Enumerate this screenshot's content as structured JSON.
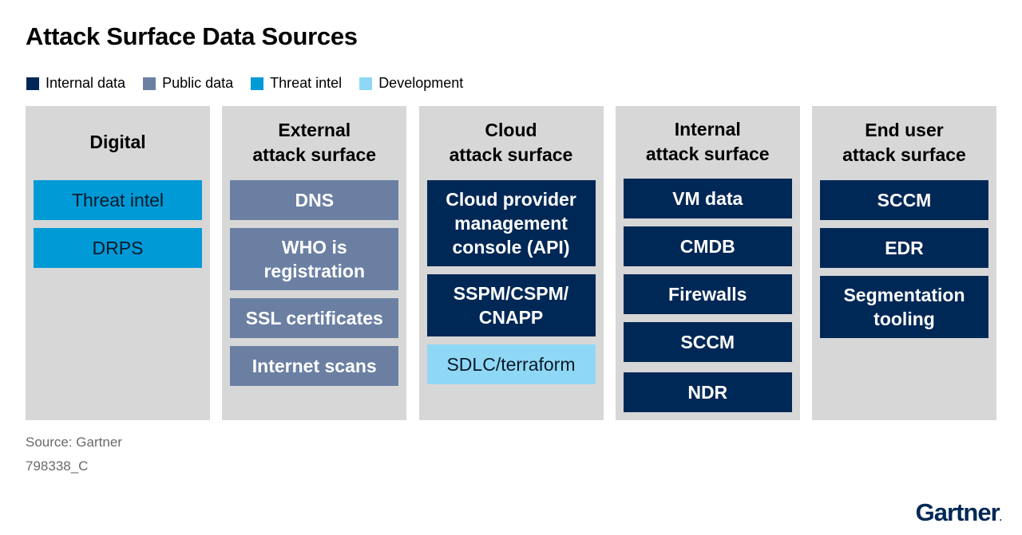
{
  "title": "Attack Surface Data Sources",
  "legend": [
    {
      "label": "Internal data",
      "color": "#002856"
    },
    {
      "label": "Public data",
      "color": "#6b7fa3"
    },
    {
      "label": "Threat intel",
      "color": "#009ad7"
    },
    {
      "label": "Development",
      "color": "#8fd8f5"
    }
  ],
  "columns": [
    {
      "title": "Digital",
      "items": [
        {
          "label": "Threat intel",
          "type": "threat"
        },
        {
          "label": "DRPS",
          "type": "threat"
        }
      ]
    },
    {
      "title": "External\nattack surface",
      "items": [
        {
          "label": "DNS",
          "type": "public"
        },
        {
          "label": "WHO is\nregistration",
          "type": "public"
        },
        {
          "label": "SSL certificates",
          "type": "public"
        },
        {
          "label": "Internet scans",
          "type": "public"
        }
      ]
    },
    {
      "title": "Cloud\nattack surface",
      "items": [
        {
          "label": "Cloud provider\nmanagement\nconsole (API)",
          "type": "internal"
        },
        {
          "label": "SSPM/CSPM/\nCNAPP",
          "type": "internal"
        },
        {
          "label": "SDLC/terraform",
          "type": "dev"
        }
      ]
    },
    {
      "title": "Internal\nattack surface",
      "items": [
        {
          "label": "VM data",
          "type": "internal"
        },
        {
          "label": "CMDB",
          "type": "internal"
        },
        {
          "label": "Firewalls",
          "type": "internal"
        },
        {
          "label": "SCCM",
          "type": "internal"
        },
        {
          "label": "NDR",
          "type": "internal"
        }
      ]
    },
    {
      "title": "End user\nattack surface",
      "items": [
        {
          "label": "SCCM",
          "type": "internal"
        },
        {
          "label": "EDR",
          "type": "internal"
        },
        {
          "label": "Segmentation\ntooling",
          "type": "internal"
        }
      ]
    }
  ],
  "footer": {
    "source": "Source: Gartner",
    "id": "798338_C"
  },
  "logo": {
    "text": "Gartner",
    "icon": "gartner-logo"
  }
}
